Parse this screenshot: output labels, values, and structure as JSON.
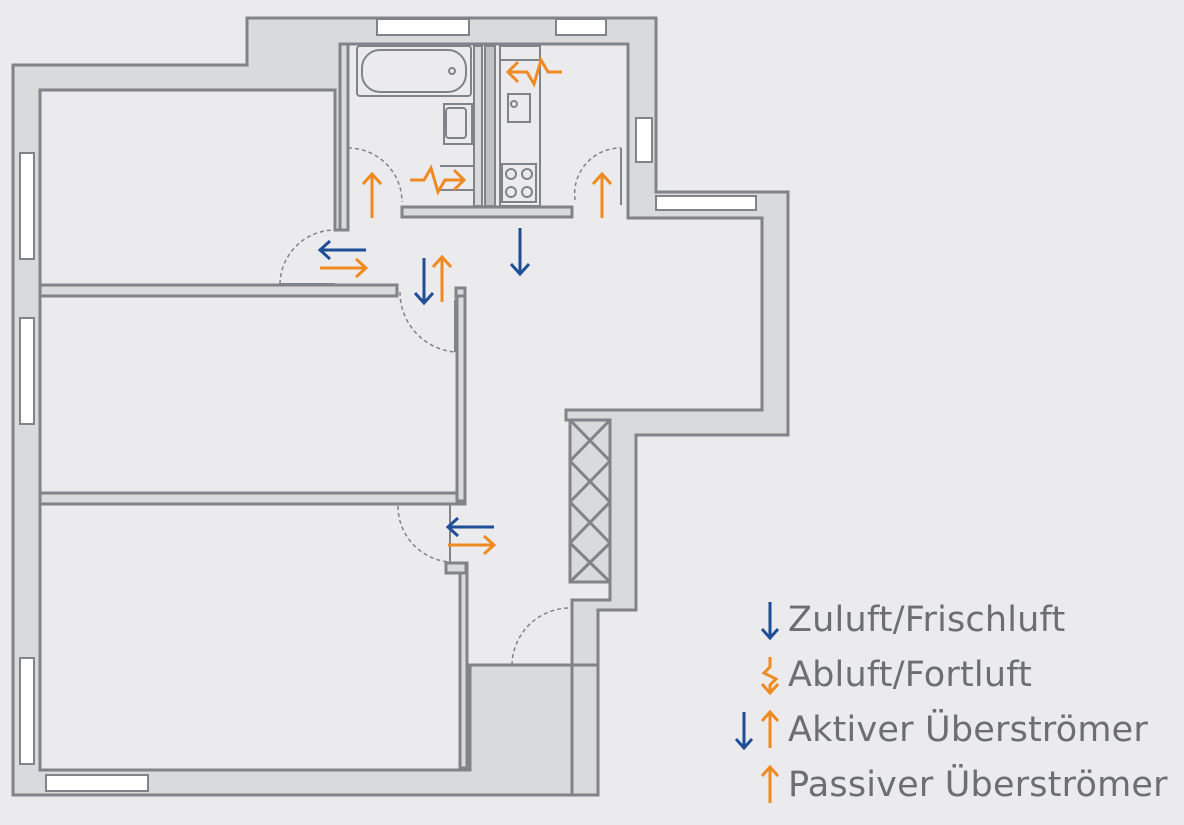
{
  "colors": {
    "background": "#ebebed",
    "wall": "#808387",
    "wall_fill": "#d9dadc",
    "supply_arrow": "#1f4e96",
    "exhaust_arrow": "#ef8a22",
    "legend_text": "#6b6e72"
  },
  "legend": [
    {
      "icon": "down-arrow-blue-icon",
      "label": "Zuluft/Frischluft"
    },
    {
      "icon": "zigzag-arrow-orange-icon",
      "label": "Abluft/Fortluft"
    },
    {
      "icon": "down-blue-up-orange-arrows-icon",
      "label": "Aktiver Überströmer"
    },
    {
      "icon": "up-arrow-orange-icon",
      "label": "Passiver Überströmer"
    }
  ]
}
